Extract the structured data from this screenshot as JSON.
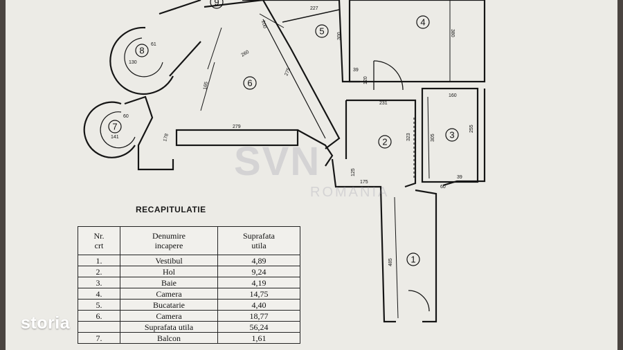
{
  "plan": {
    "rooms": [
      {
        "number": "1"
      },
      {
        "number": "2"
      },
      {
        "number": "3"
      },
      {
        "number": "4"
      },
      {
        "number": "5"
      },
      {
        "number": "6"
      },
      {
        "number": "7"
      },
      {
        "number": "8"
      },
      {
        "number": "9"
      }
    ],
    "dimensions": [
      "227",
      "300",
      "380",
      "100",
      "260",
      "275",
      "165",
      "61",
      "130",
      "39",
      "120",
      "231",
      "160",
      "323",
      "305",
      "255",
      "60",
      "141",
      "178",
      "279",
      "125",
      "175",
      "60",
      "39",
      "485"
    ]
  },
  "watermark": {
    "main": "SVN",
    "sub": "ROMANIA"
  },
  "recap": {
    "title": "RECAPITULATIE",
    "headers": {
      "nr_1": "Nr.",
      "nr_2": "crt",
      "den_1": "Denumire",
      "den_2": "incapere",
      "sup_1": "Suprafata",
      "sup_2": "utila"
    },
    "rows": [
      {
        "nr": "1.",
        "name": "Vestibul",
        "area": "4,89"
      },
      {
        "nr": "2.",
        "name": "Hol",
        "area": "9,24"
      },
      {
        "nr": "3.",
        "name": "Baie",
        "area": "4,19"
      },
      {
        "nr": "4.",
        "name": "Camera",
        "area": "14,75"
      },
      {
        "nr": "5.",
        "name": "Bucatarie",
        "area": "4,40"
      },
      {
        "nr": "6.",
        "name": "Camera",
        "area": "18,77"
      },
      {
        "nr": "",
        "name": "Suprafata utila",
        "area": "56,24"
      },
      {
        "nr": "7.",
        "name": "Balcon",
        "area": "1,61"
      }
    ]
  },
  "brand": {
    "logo_text": "storia"
  }
}
